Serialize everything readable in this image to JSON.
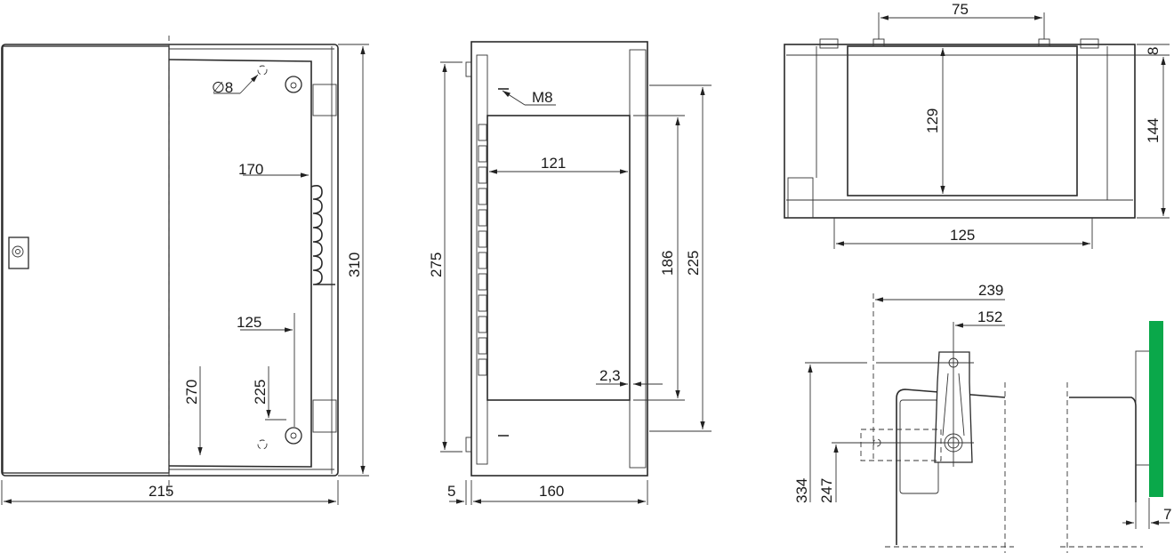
{
  "front_view": {
    "hole_diameter": "∅8",
    "dim_170": "170",
    "dim_125": "125",
    "dim_270": "270",
    "dim_225": "225",
    "height": "310",
    "width": "215"
  },
  "side_view": {
    "thread": "M8",
    "dim_121": "121",
    "dim_275": "275",
    "dim_186": "186",
    "dim_225": "225",
    "dim_2_3": "2,3",
    "dim_5": "5",
    "depth": "160"
  },
  "top_view": {
    "dim_75": "75",
    "dim_8": "8",
    "dim_129": "129",
    "dim_144": "144",
    "dim_125": "125"
  },
  "handle_view": {
    "dim_239": "239",
    "dim_152": "152",
    "dim_334": "334",
    "dim_247": "247",
    "dim_7": "7"
  },
  "colors": {
    "highlight": "#0aa84a"
  }
}
